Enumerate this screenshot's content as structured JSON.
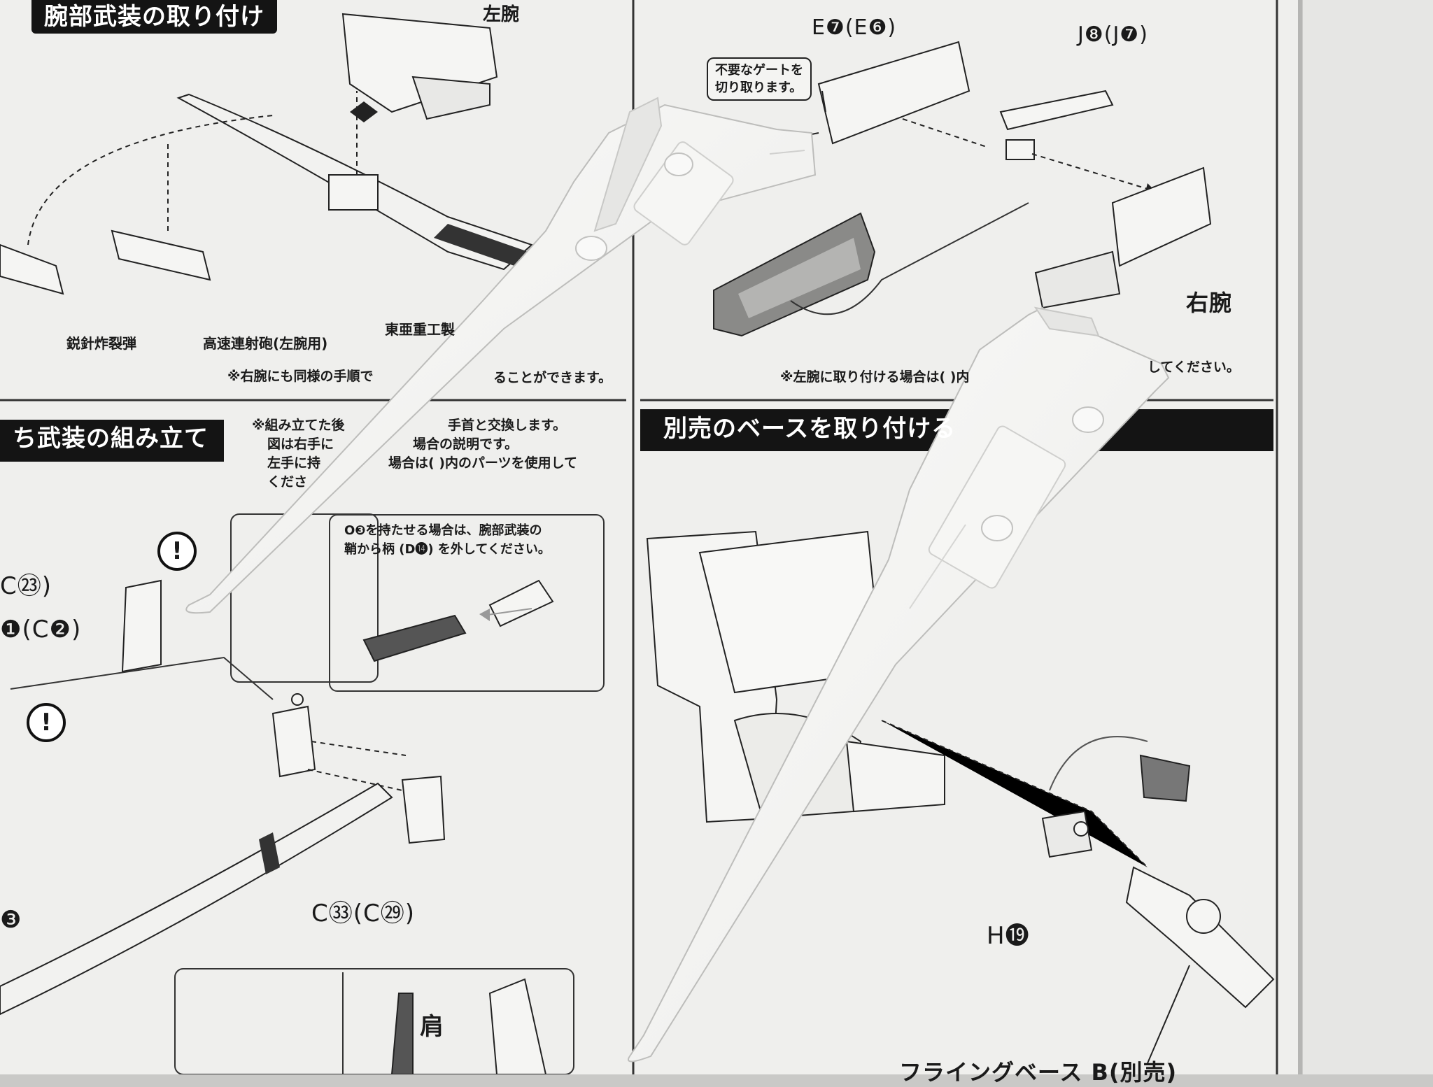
{
  "headers": {
    "arm_mount": "腕部武装の取り付け",
    "hand_weapon": "ち武装の組み立て",
    "base_mount": "別売のベースを取り付ける"
  },
  "labels": {
    "left_arm_top": "左腕",
    "needle_bomb": "鋭針炸裂弾",
    "rapid_cannon": "高速連射砲(左腕用)",
    "toa_heavy": "東亜重工製",
    "right_arm_note": "※右腕にも同様の手順で",
    "right_arm_note_end": "ることができます。",
    "part_e": "E❼(E❻)",
    "part_j": "J❽(J❼)",
    "gate_callout_1": "不要なゲートを",
    "gate_callout_2": "切り取ります。",
    "right_arm": "右腕",
    "left_arm_note": "※左腕に取り付ける場合は( )内",
    "left_arm_note_end": "してください。",
    "assembly_note_1": "※組み立てた後",
    "assembly_note_1b": "手首と交換します。",
    "assembly_note_2": "図は右手に",
    "assembly_note_2b": "場合の説明です。",
    "assembly_note_3": "左手に持",
    "assembly_note_3b": "場合は( )内のパーツを使用して",
    "assembly_note_4": "くださ",
    "o3_note_1": "O❸を持たせる場合は、腕部武装の",
    "o3_note_2": "鞘から柄 (D⓮) を外してください。",
    "part_c23": "C㉓)",
    "part_c2": "❶(C❷)",
    "part_c33": "C㉝(C㉙)",
    "part_3": "❸",
    "part_h19": "H⓳",
    "shoulder": "肩",
    "flying_base": "フライングベース B(別売)"
  },
  "colors": {
    "paper": "#efefed",
    "background": "#c9c9c7",
    "header": "#141414",
    "plastic_part": "#f7f7f5",
    "line_art": "#222222"
  },
  "icons": [
    "exclamation-icon",
    "caution-icon",
    "dashed-arrow"
  ]
}
